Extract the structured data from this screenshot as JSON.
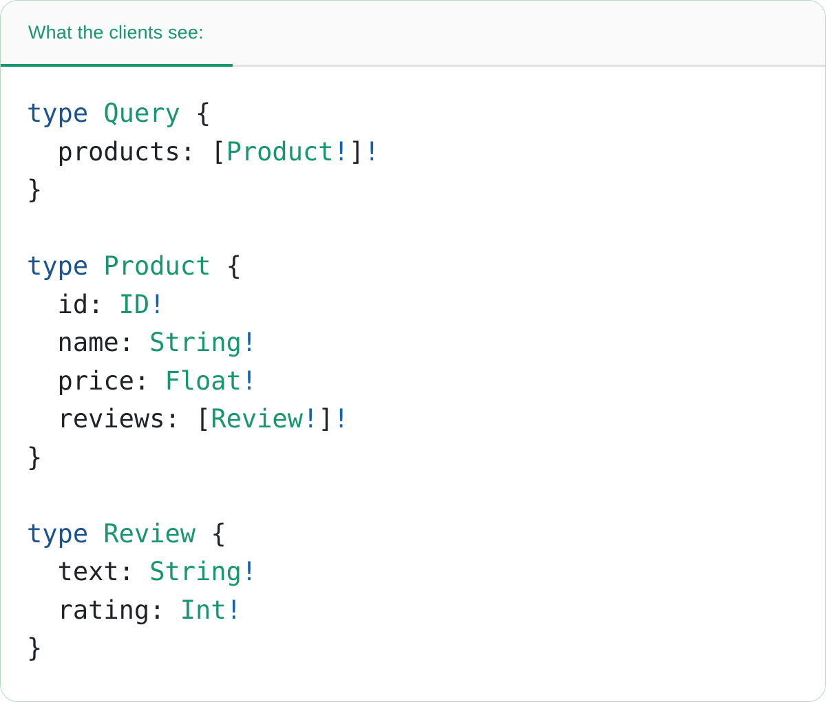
{
  "tab_bar": {
    "active_tab": {
      "label": "What the clients see:"
    }
  },
  "colors": {
    "accent_green": "#17966f",
    "keyword_blue": "#1a538f",
    "bang_blue": "#1563b0",
    "code_text": "#1f2328",
    "tab_bg": "#fafafa",
    "divider": "#e2e2e2",
    "card_border": "#b5d6c2",
    "card_bg": "#ffffff"
  },
  "code": {
    "lines": [
      [
        [
          "kw",
          "type"
        ],
        [
          "pl",
          " "
        ],
        [
          "tn",
          "Query"
        ],
        [
          "pl",
          " {"
        ]
      ],
      [
        [
          "pl",
          "  products: ["
        ],
        [
          "tn",
          "Product"
        ],
        [
          "bg",
          "!"
        ],
        [
          "pl",
          "]"
        ],
        [
          "bg",
          "!"
        ]
      ],
      [
        [
          "pl",
          "}"
        ]
      ],
      [],
      [
        [
          "kw",
          "type"
        ],
        [
          "pl",
          " "
        ],
        [
          "tn",
          "Product"
        ],
        [
          "pl",
          " {"
        ]
      ],
      [
        [
          "pl",
          "  id: "
        ],
        [
          "tn",
          "ID"
        ],
        [
          "bg",
          "!"
        ]
      ],
      [
        [
          "pl",
          "  name: "
        ],
        [
          "tn",
          "String"
        ],
        [
          "bg",
          "!"
        ]
      ],
      [
        [
          "pl",
          "  price: "
        ],
        [
          "tn",
          "Float"
        ],
        [
          "bg",
          "!"
        ]
      ],
      [
        [
          "pl",
          "  reviews: ["
        ],
        [
          "tn",
          "Review"
        ],
        [
          "bg",
          "!"
        ],
        [
          "pl",
          "]"
        ],
        [
          "bg",
          "!"
        ]
      ],
      [
        [
          "pl",
          "}"
        ]
      ],
      [],
      [
        [
          "kw",
          "type"
        ],
        [
          "pl",
          " "
        ],
        [
          "tn",
          "Review"
        ],
        [
          "pl",
          " {"
        ]
      ],
      [
        [
          "pl",
          "  text: "
        ],
        [
          "tn",
          "String"
        ],
        [
          "bg",
          "!"
        ]
      ],
      [
        [
          "pl",
          "  rating: "
        ],
        [
          "tn",
          "Int"
        ],
        [
          "bg",
          "!"
        ]
      ],
      [
        [
          "pl",
          "}"
        ]
      ]
    ]
  }
}
